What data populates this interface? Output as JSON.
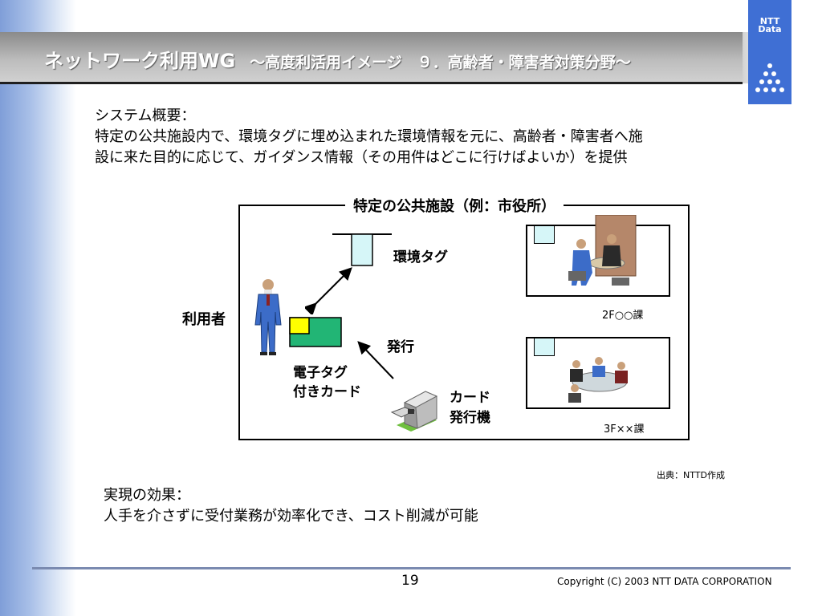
{
  "header": {
    "title_main": "ネットワーク利用WG",
    "title_sub": "～高度利活用イメージ　９．高齢者・障害者対策分野～",
    "logo_text_line1": "NTT",
    "logo_text_line2": "Data"
  },
  "summary": {
    "heading": "システム概要：",
    "line1": "特定の公共施設内で、環境タグに埋め込まれた環境情報を元に、高齢者・障害者へ施",
    "line2": "設に来た目的に応じて、ガイダンス情報（その用件はどこに行けばよいか）を提供"
  },
  "diagram": {
    "frame_title": "特定の公共施設（例：市役所）",
    "env_tag_label": "環境タグ",
    "user_label": "利用者",
    "issue_label": "発行",
    "card_label_line1": "電子タグ",
    "card_label_line2": "付きカード",
    "machine_label_line1": "カード",
    "machine_label_line2": "発行機",
    "room1_label": "2F○○課",
    "room2_label": "3F××課"
  },
  "source": "出典：NTTD作成",
  "effect": {
    "heading": "実現の効果：",
    "line1": "人手を介さずに受付業務が効率化でき、コスト削減が可能"
  },
  "footer": {
    "page_number": "19",
    "copyright": "Copyright (C) 2003 NTT DATA CORPORATION"
  },
  "colors": {
    "logo_blue": "#3f6fd4",
    "tag_cyan": "#d6f6f8",
    "card_green": "#22b575",
    "card_yellow": "#ffff00",
    "suit_blue": "#3c6cc8"
  }
}
